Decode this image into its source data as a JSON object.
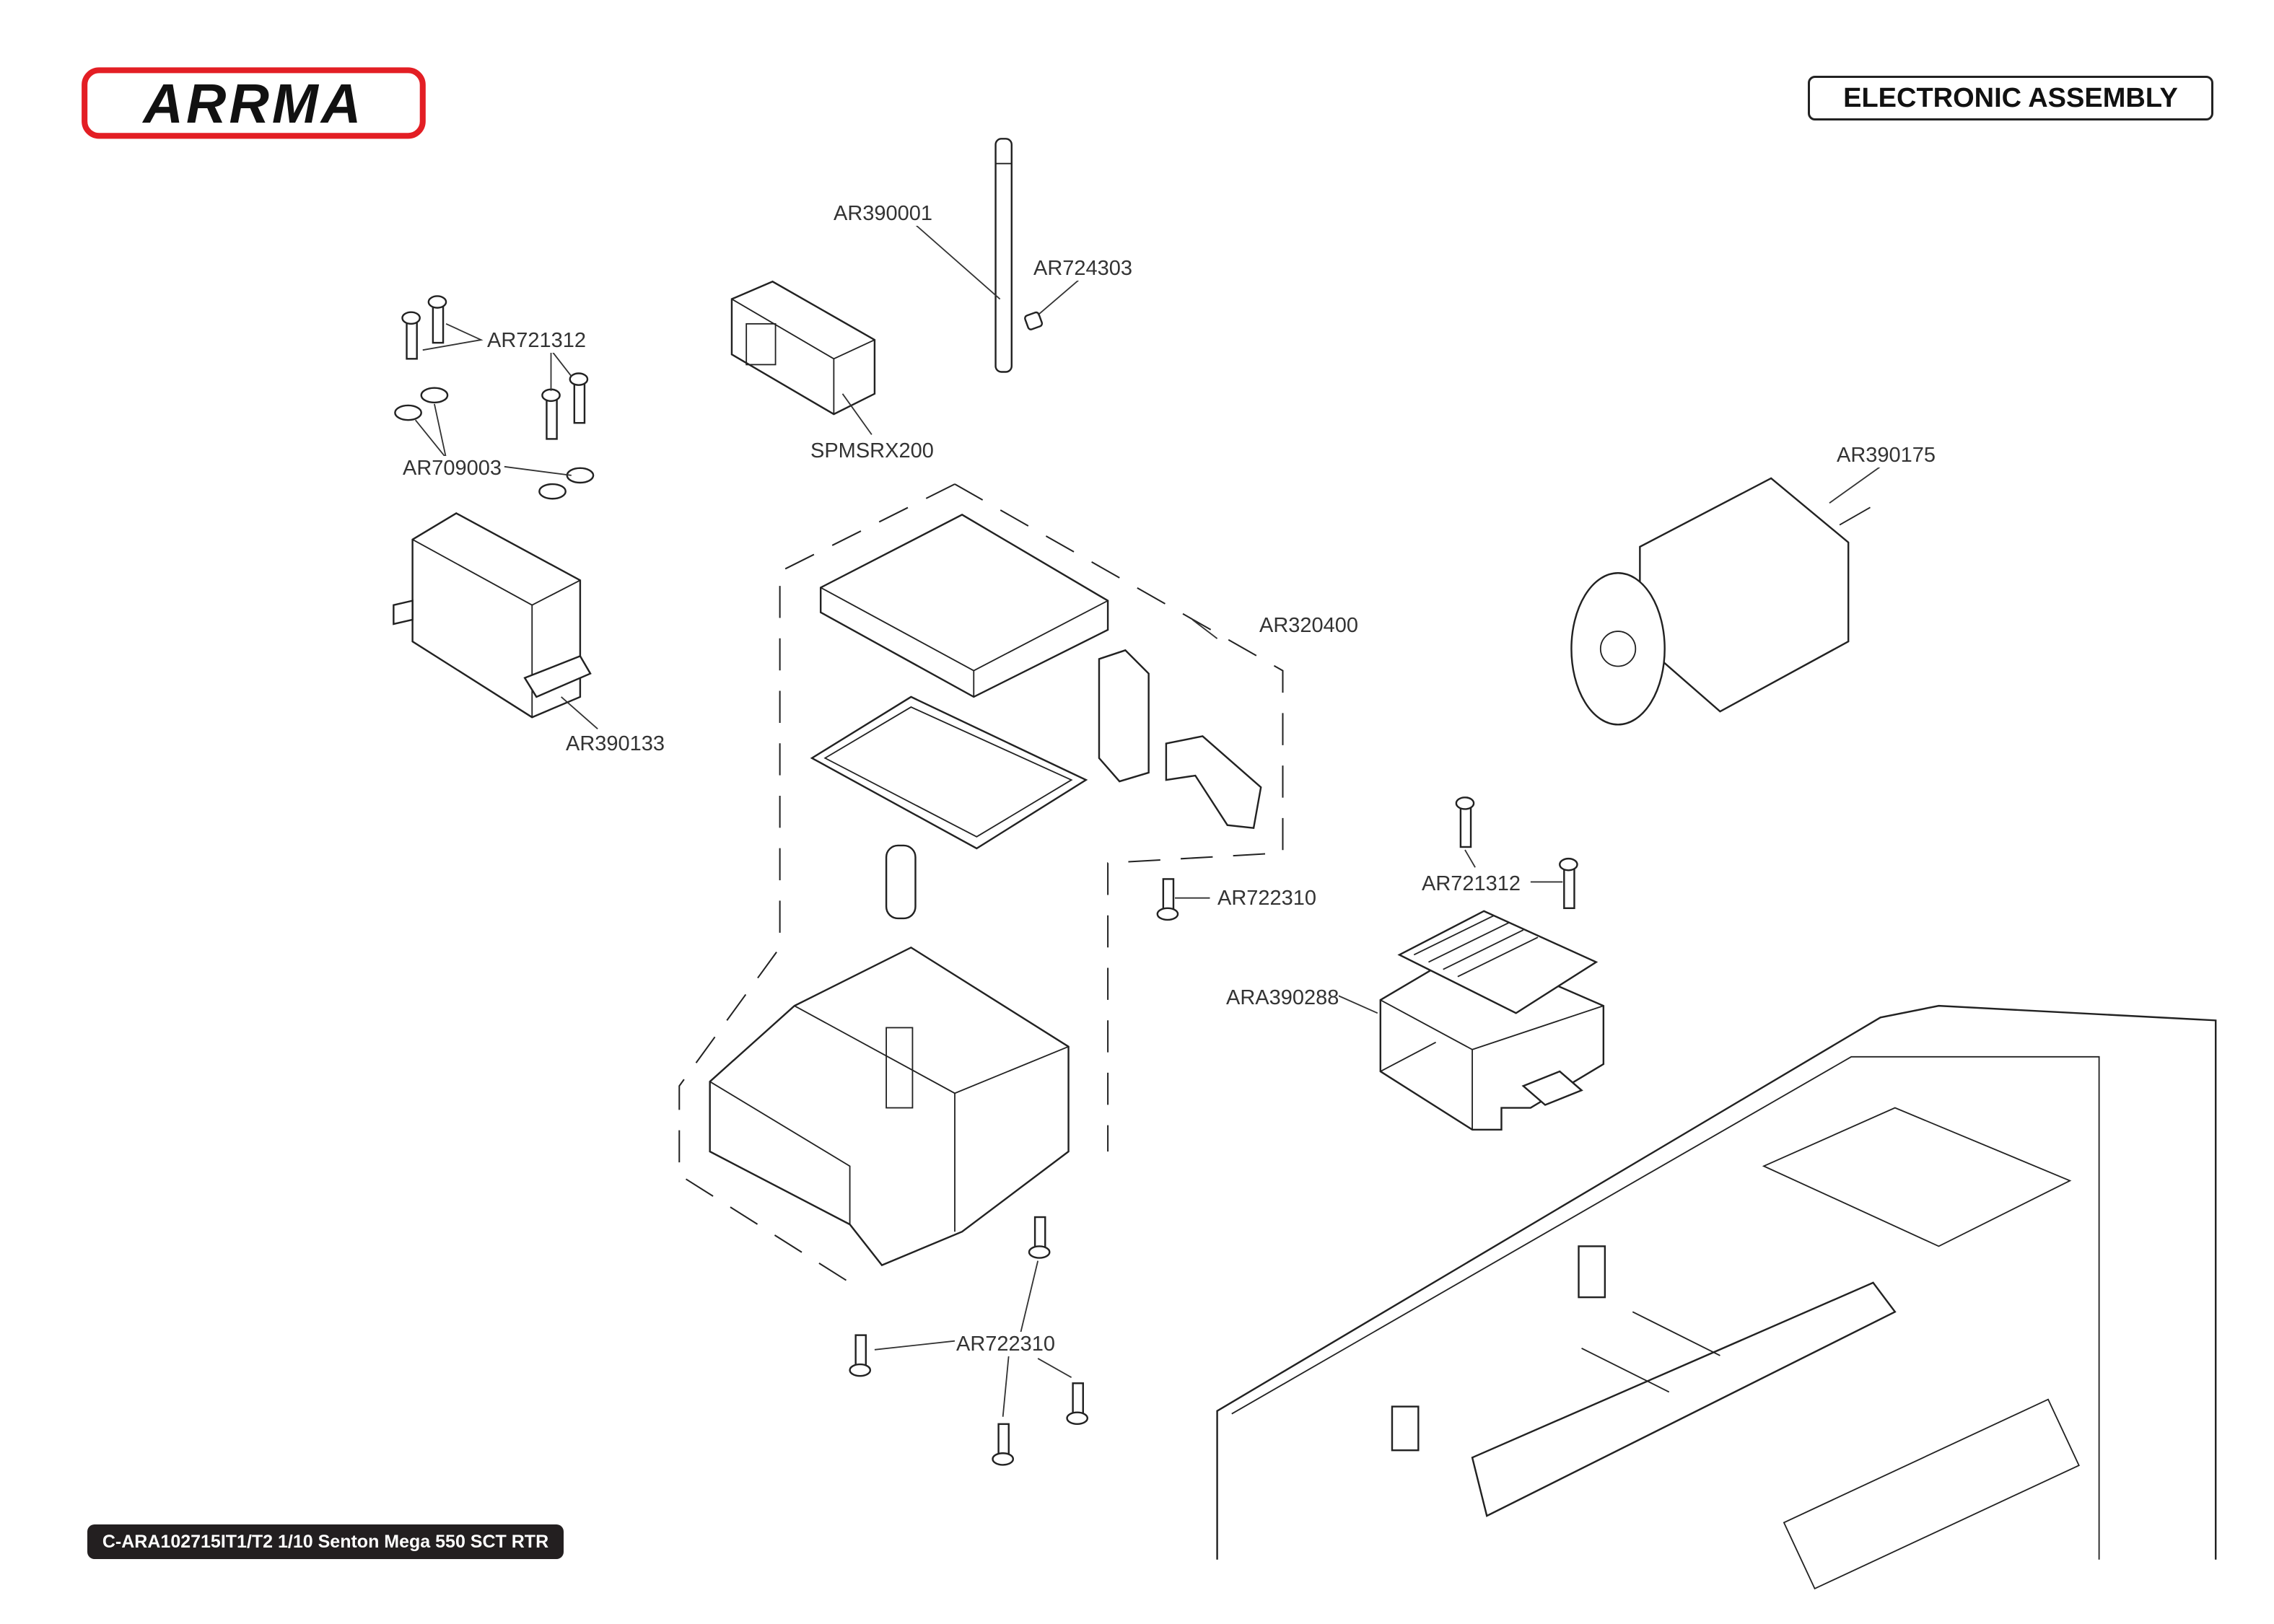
{
  "brand": {
    "logo_text": "ARRMA",
    "logo_color": "#e31e24"
  },
  "header": {
    "title": "ELECTRONIC ASSEMBLY"
  },
  "footer": {
    "model": "C-ARA102715IT1/T2 1/10 Senton Mega 550 SCT RTR"
  },
  "parts": {
    "antenna_tube": "AR390001",
    "antenna_cap": "AR724303",
    "servo_screws": "AR721312",
    "servo_washers": "AR709003",
    "receiver": "SPMSRX200",
    "motor": "AR390175",
    "receiver_box": "AR320400",
    "servo": "AR390133",
    "esc_screws": "AR721312",
    "box_screw": "AR722310",
    "esc": "ARA390288",
    "box_mount_screws": "AR722310"
  }
}
